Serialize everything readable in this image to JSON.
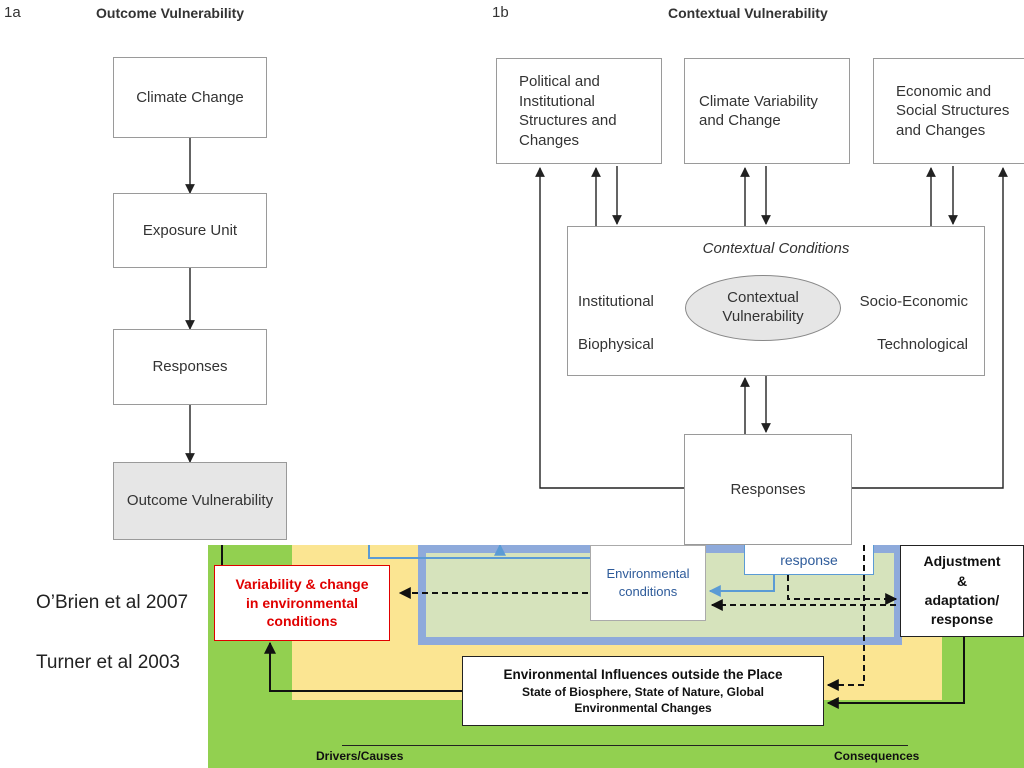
{
  "fig1a": {
    "label": "1a",
    "title": "Outcome Vulnerability",
    "steps": [
      "Climate Change",
      "Exposure Unit",
      "Responses",
      "Outcome Vulnerability"
    ]
  },
  "fig1b": {
    "label": "1b",
    "title": "Contextual Vulnerability",
    "political": [
      "Political and",
      "Institutional",
      "Structures and",
      "Changes"
    ],
    "climate": [
      "Climate Variability",
      "and Change"
    ],
    "economic": [
      "Economic and",
      "Social Structures",
      "and Changes"
    ],
    "conditions_title": "Contextual Conditions",
    "institutional": "Institutional",
    "biophysical": "Biophysical",
    "socio_economic": "Socio-Economic",
    "technological": "Technological",
    "ellipse": [
      "Contextual",
      "Vulnerability"
    ],
    "responses": "Responses"
  },
  "fig2": {
    "variability": [
      "Variability & change",
      "in environmental",
      "conditions"
    ],
    "env_conditions": [
      "Environmental",
      "conditions"
    ],
    "response_partial": "response",
    "adjustment": [
      "Adjustment",
      "&",
      "adaptation/",
      "response"
    ],
    "env_influences_title": "Environmental Influences outside the Place",
    "env_influences_sub": [
      "State of Biosphere, State of Nature, Global",
      "Environmental Changes"
    ],
    "drivers": "Drivers/Causes",
    "consequences": "Consequences",
    "colors": {
      "green": "#92d050",
      "yellow": "#fbe592",
      "blue": "#8eaadb",
      "red": "#e00000"
    }
  },
  "citations": [
    "O’Brien  et al 2007",
    "Turner et al 2003"
  ]
}
